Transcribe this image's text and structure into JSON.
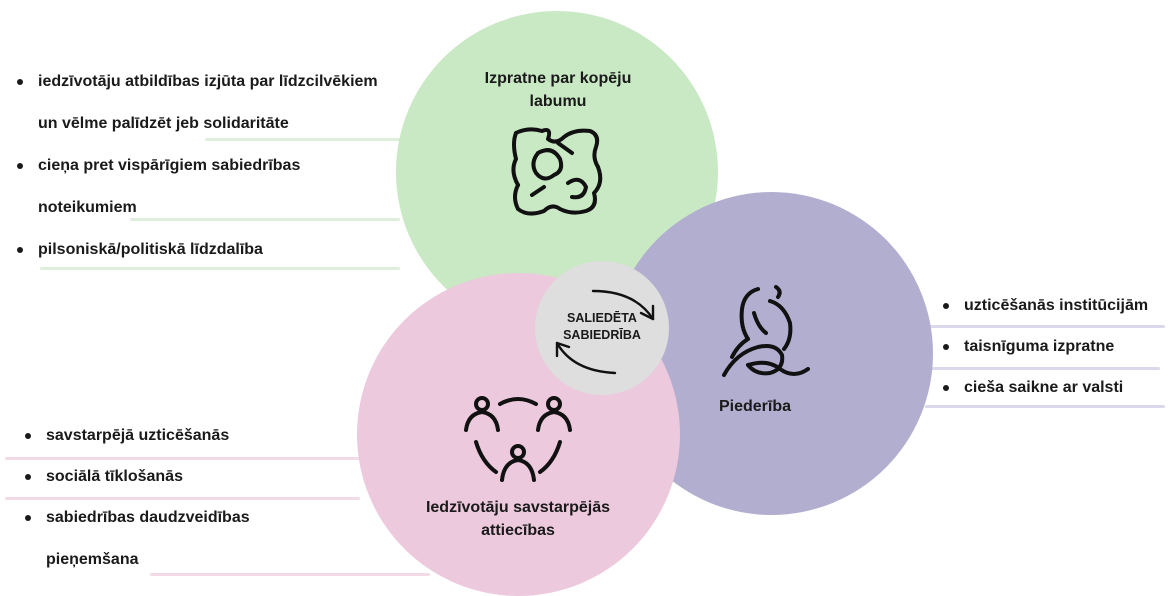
{
  "colors": {
    "green": "#c9e8c4",
    "purple": "#b2aed0",
    "pink": "#ecc9dc",
    "center": "#dedede",
    "stroke_green": "#cfe6c9",
    "stroke_purple": "#c8c4e0",
    "stroke_pink": "#e8bfd3",
    "ink": "#111111"
  },
  "center": {
    "label": "SALIEDĒTA\nSABIEDRĪBA",
    "icon": "circular-arrows-icon"
  },
  "circles": {
    "green": {
      "title": "Izpratne par kopēju labumu",
      "icon": "puzzle-icon",
      "items": [
        {
          "line1": "iedzīvotāju atbildības izjūta par līdzcilvēkiem",
          "line2": "un vēlme palīdzēt jeb solidaritāte"
        },
        {
          "line1": "cieņa pret vispārīgiem sabiedrības",
          "line2": "noteikumiem"
        },
        {
          "line1": "pilsoniskā/politiskā līdzdalība",
          "line2": ""
        }
      ]
    },
    "purple": {
      "title": "Piederība",
      "icon": "embrace-icon",
      "items": [
        {
          "line1": "uzticēšanās institūcijām",
          "line2": ""
        },
        {
          "line1": "taisnīguma izpratne",
          "line2": ""
        },
        {
          "line1": "cieša saikne ar valsti",
          "line2": ""
        }
      ]
    },
    "pink": {
      "title": "Iedzīvotāju savstarpējās attiecības",
      "icon": "people-network-icon",
      "items": [
        {
          "line1": "savstarpējā uzticēšanās",
          "line2": ""
        },
        {
          "line1": "sociālā tīklošanās",
          "line2": ""
        },
        {
          "line1": "sabiedrības daudzveidības",
          "line2": "pieņemšana"
        }
      ]
    }
  }
}
